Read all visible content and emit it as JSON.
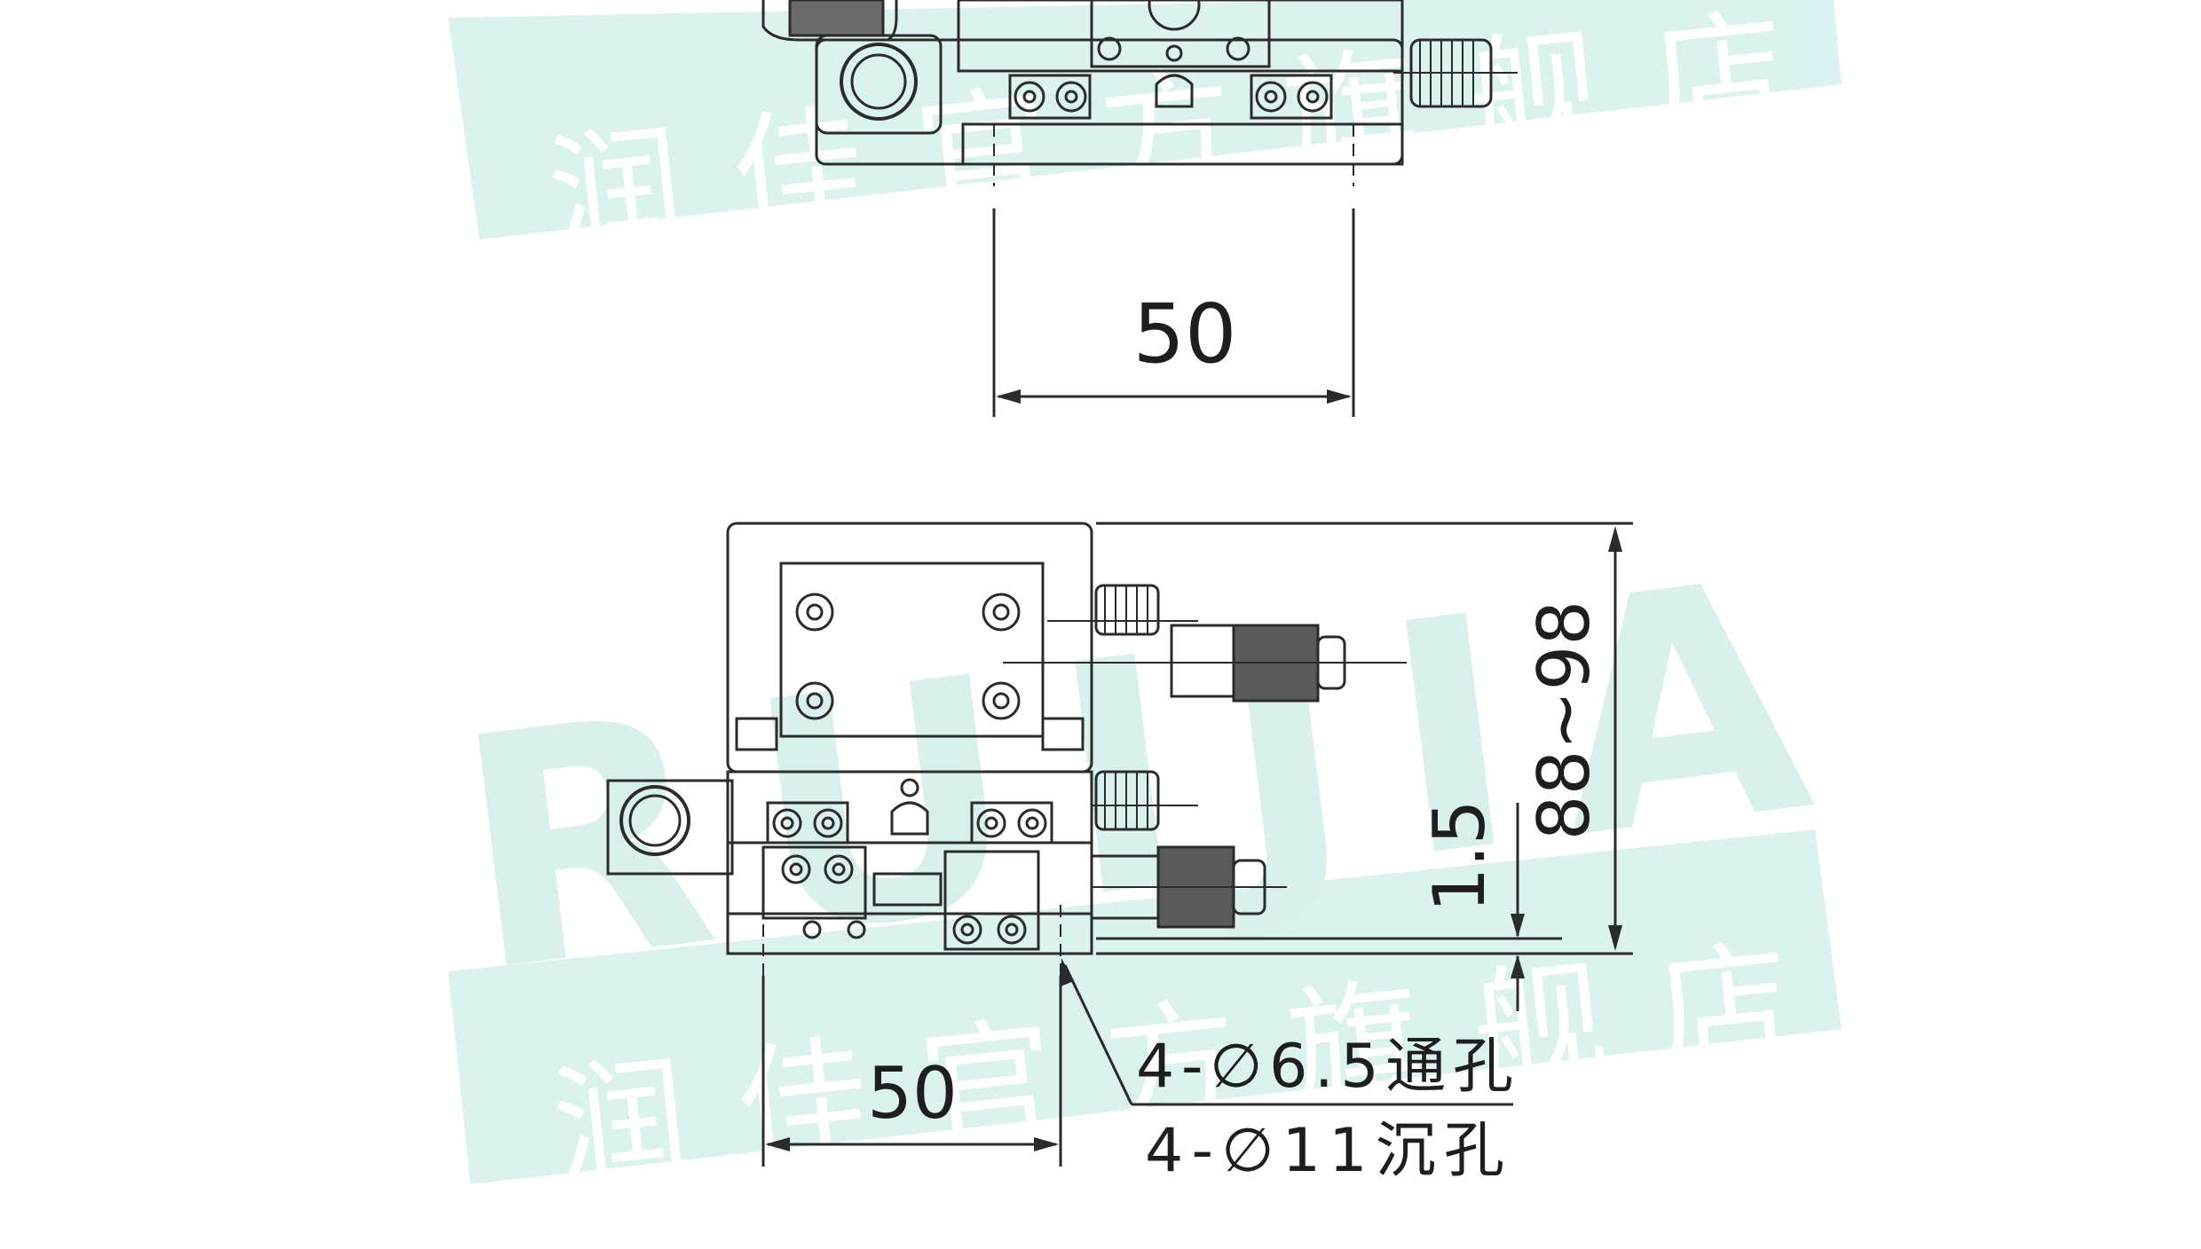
{
  "colors": {
    "background": "#ffffff",
    "line": "#2b2b2b",
    "watermark_band": "#d8f1ee",
    "watermark_text": "#bfe6e1"
  },
  "watermark": {
    "chinese_shop_name": "润佳官方旗舰店",
    "latin_brand": "RUIJIA"
  },
  "dimensions": {
    "top_view_spacing": "50",
    "front_view_spacing": "50",
    "height_range": "88~98",
    "base_step": "1.5"
  },
  "callouts": {
    "through_hole": "4-∅6.5通孔",
    "counterbore": "4-∅11沉孔"
  }
}
